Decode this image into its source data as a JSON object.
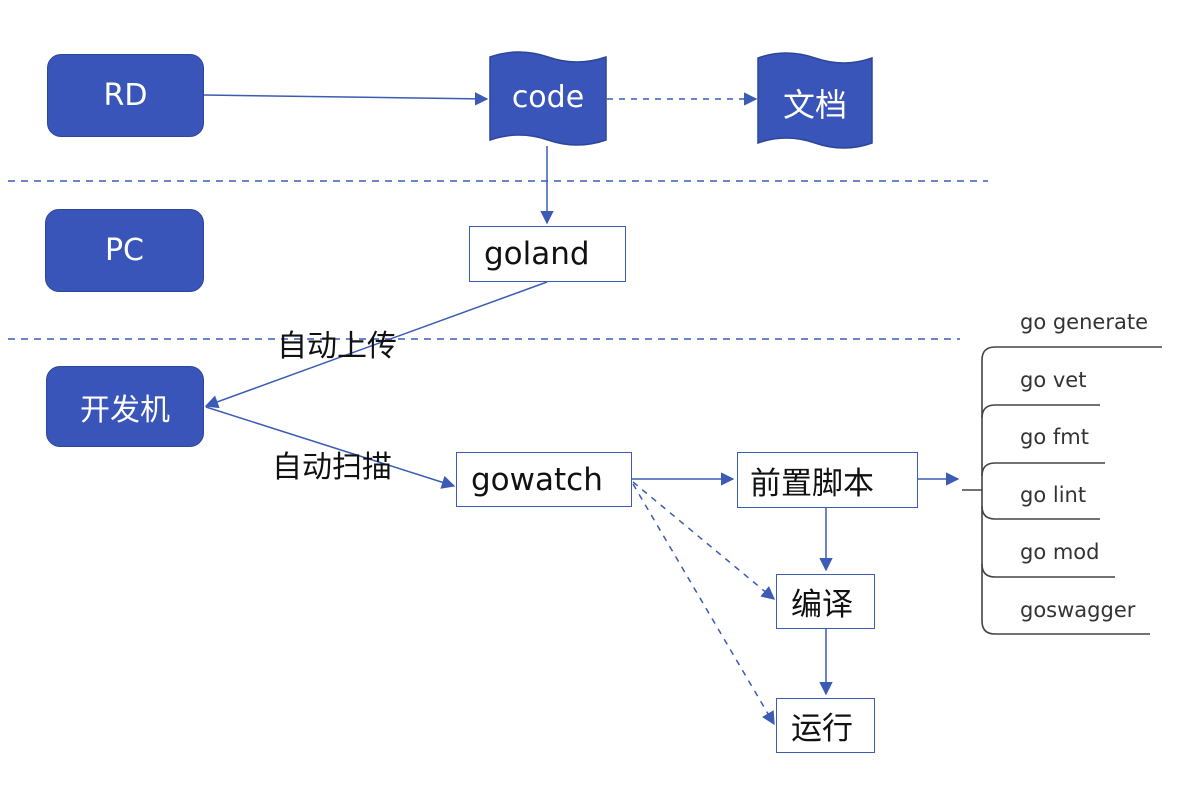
{
  "roles": {
    "rd": "RD",
    "pc": "PC",
    "devbox": "开发机"
  },
  "documents": {
    "code": "code",
    "docs": "文档"
  },
  "processes": {
    "goland": "goland",
    "gowatch": "gowatch",
    "prescript": "前置脚本",
    "compile": "编译",
    "run": "运行"
  },
  "edge_labels": {
    "auto_upload": "自动上传",
    "auto_scan": "自动扫描"
  },
  "prescript_tools": [
    "go generate",
    "go vet",
    "go fmt",
    "go lint",
    "go mod",
    "goswagger"
  ],
  "colors": {
    "role_fill": "#3955b9",
    "line": "#3b5bb5"
  }
}
